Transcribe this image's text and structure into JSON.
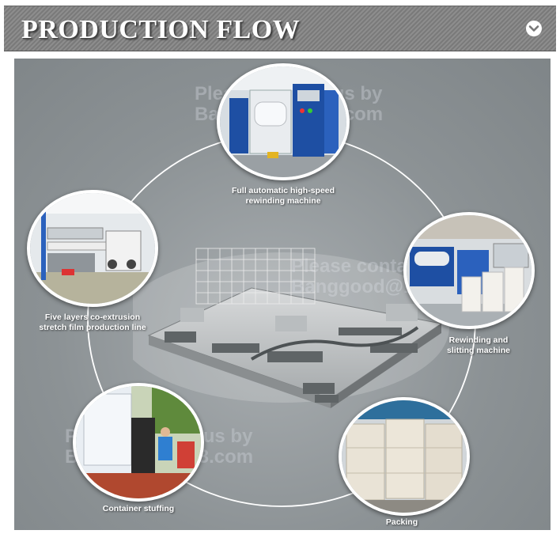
{
  "header": {
    "title": "PRODUCTION FLOW"
  },
  "captions": {
    "rewinding_top_line1": "Full automatic high-speed",
    "rewinding_top_line2": "rewinding machine",
    "rewinding_slitting_line1": "Rewinding and",
    "rewinding_slitting_line2": "slitting machine",
    "coextrusion_line1": "Five layers co-extrusion",
    "coextrusion_line2": "stretch film production line",
    "container": "Container stuffing",
    "packing": "Packing"
  },
  "watermarks": {
    "top_line1": "Please contact us by",
    "top_line2": "Banggood@163.com",
    "center_line1": "Please contact us by",
    "center_line2": "Banggood@163.com",
    "bottom_line1": "Please contact us by",
    "bottom_line2": "Banggood@163.com"
  },
  "colors": {
    "panel_bg": "#8c9295",
    "header_bg": "#838383",
    "machine_blue": "#1e4fa3"
  }
}
